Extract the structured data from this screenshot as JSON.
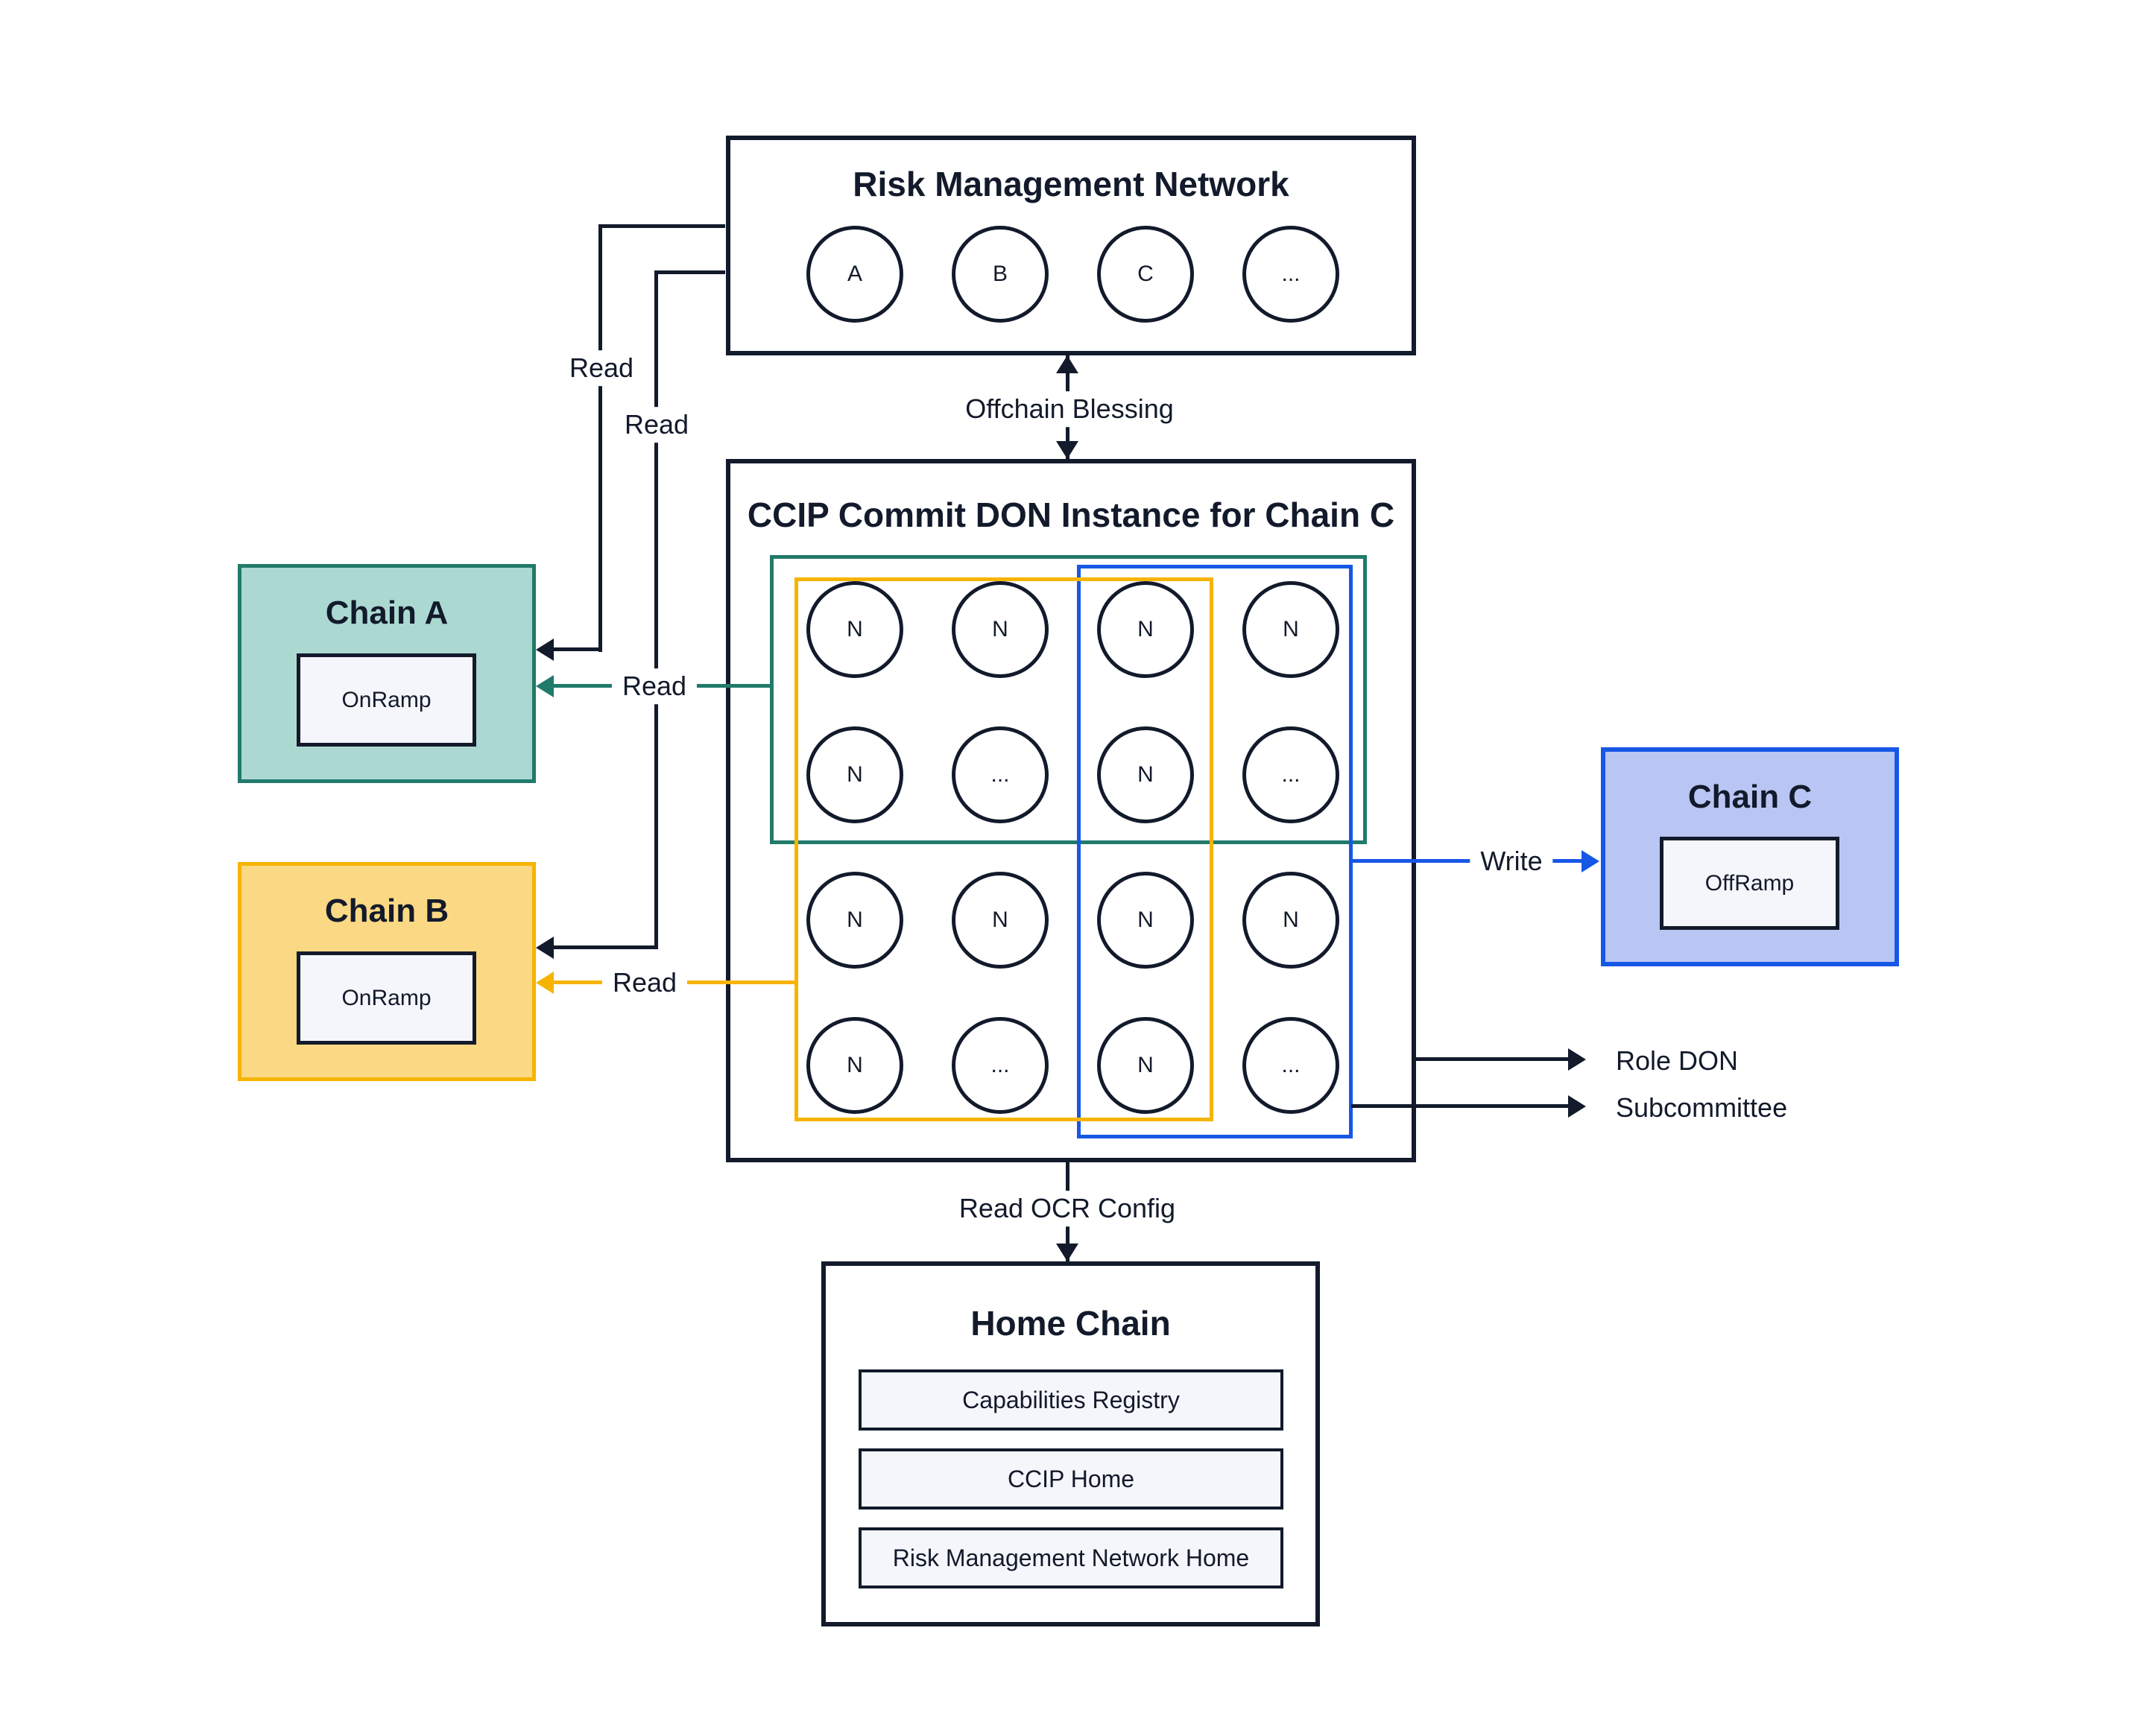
{
  "colors": {
    "navy": "#121A2B",
    "teal": "#217A6B",
    "teal_fill": "#ABD9D1",
    "yellow": "#F6B400",
    "yellow_fill": "#FBD883",
    "blue": "#1657E6",
    "blue_fill": "#B9C6F3",
    "panel_fill": "#F5F6FB"
  },
  "rmn": {
    "title": "Risk Management Network",
    "nodes": [
      "A",
      "B",
      "C",
      "..."
    ]
  },
  "don": {
    "title": "CCIP Commit DON Instance for Chain C",
    "nodes": [
      "N",
      "N",
      "N",
      "N",
      "N",
      "...",
      "N",
      "...",
      "N",
      "N",
      "N",
      "N",
      "N",
      "...",
      "N",
      "..."
    ]
  },
  "chain_a": {
    "title": "Chain A",
    "inner": "OnRamp"
  },
  "chain_b": {
    "title": "Chain B",
    "inner": "OnRamp"
  },
  "chain_c": {
    "title": "Chain C",
    "inner": "OffRamp"
  },
  "home": {
    "title": "Home Chain",
    "boxes": [
      "Capabilities Registry",
      "CCIP Home",
      "Risk Management Network Home"
    ]
  },
  "labels": {
    "offchain_blessing": "Offchain Blessing",
    "read_rmn_to_a": "Read",
    "read_rmn_to_b": "Read",
    "read_don_to_a": "Read",
    "read_don_to_b": "Read",
    "write": "Write",
    "role_don": "Role DON",
    "subcommittee": "Subcommittee",
    "read_ocr_config": "Read OCR Config"
  }
}
